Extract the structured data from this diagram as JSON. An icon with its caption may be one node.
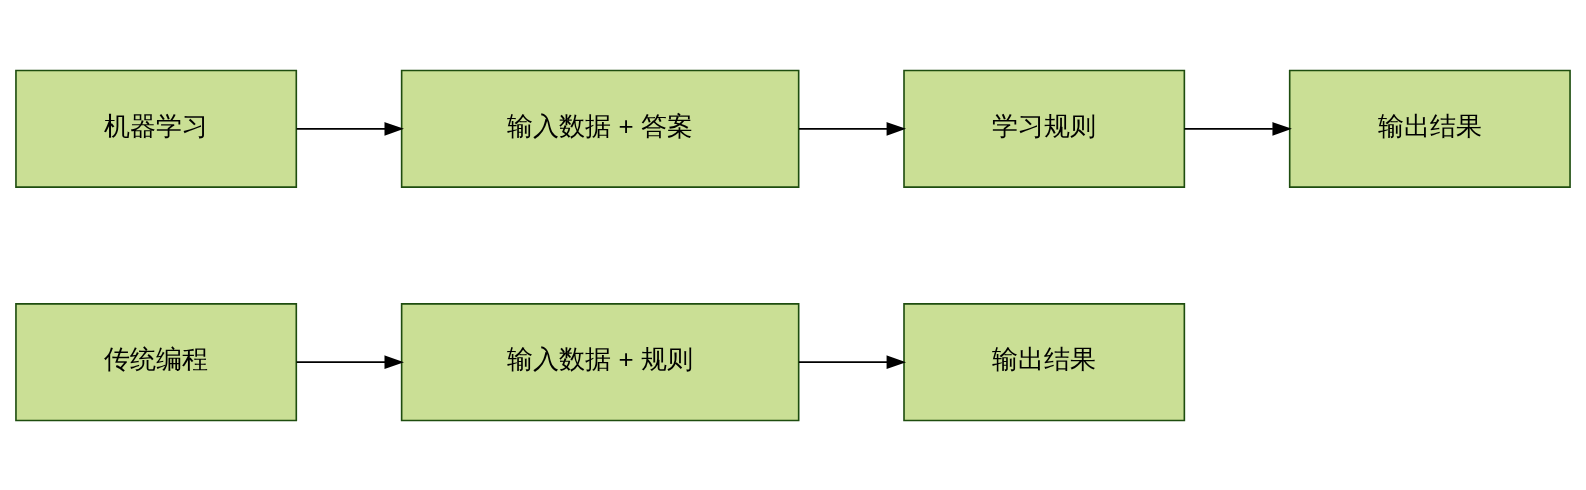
{
  "diagram": {
    "nodes": [
      {
        "text": [
          "传统编程"
        ]
      },
      {
        "text": [
          "输入数据 + 规则"
        ]
      },
      {
        "text": [
          "输出结果"
        ]
      },
      {
        "text": [
          "机器学习"
        ]
      },
      {
        "text": [
          "输入数据 + 答案"
        ]
      },
      {
        "text": [
          "学习规则"
        ]
      },
      {
        "text": [
          "输出结果"
        ]
      }
    ],
    "edges": [
      {
        "from": 0,
        "to": 1,
        "arrow": "to"
      },
      {
        "from": 1,
        "to": 2,
        "arrow": "to"
      },
      {
        "from": 3,
        "to": 4,
        "arrow": "to"
      },
      {
        "from": 4,
        "to": 5,
        "arrow": "to"
      },
      {
        "from": 5,
        "to": 6,
        "arrow": "to"
      }
    ]
  }
}
